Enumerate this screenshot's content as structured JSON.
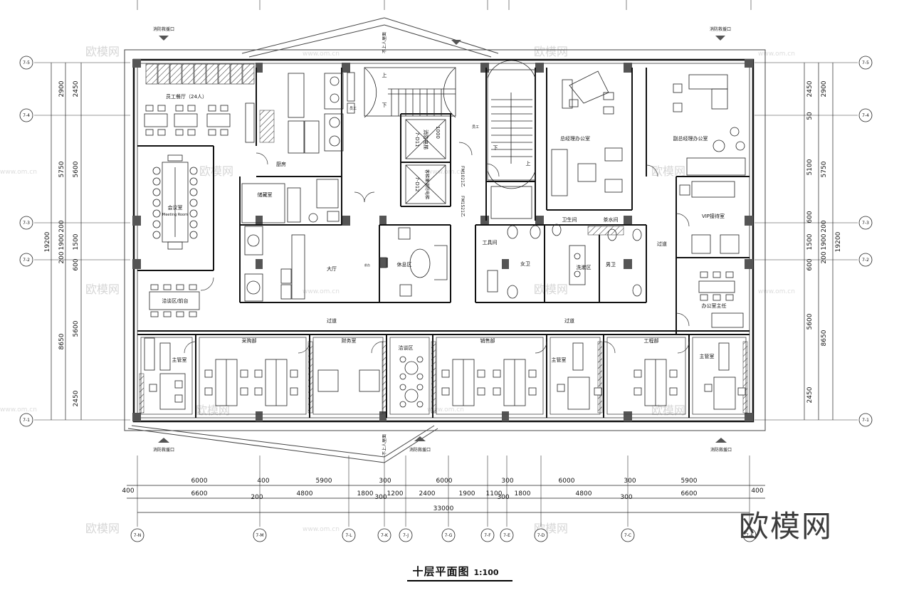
{
  "drawing": {
    "title": "十层平面图",
    "scale": "1:100",
    "watermark": "欧模网",
    "watermark_small": "欧模网",
    "watermark_url": "www.om.cn"
  },
  "axes": {
    "top_labels": [
      "7-N",
      "7-M",
      "7-L",
      "7-K",
      "7-J",
      "7-G",
      "7-F",
      "7-E",
      "7-D",
      "7-C",
      "7-A"
    ],
    "left_labels": [
      "7-5",
      "7-4",
      "7-3",
      "7-2",
      "7-1"
    ],
    "right_labels": [
      "7-5",
      "7-4",
      "7-3",
      "7-2",
      "7-1"
    ]
  },
  "dimensions": {
    "row1": [
      "6000",
      "400",
      "5900",
      "300",
      "6000",
      "300",
      "6000",
      "300",
      "5900"
    ],
    "row1_ends": [
      "400",
      "400"
    ],
    "row2": [
      "6600",
      "200",
      "4800",
      "1800",
      "300",
      "1200",
      "2400",
      "1900",
      "1100",
      "300",
      "1800",
      "4800",
      "300",
      "6600"
    ],
    "total": "33000",
    "left_inner": [
      "2450",
      "5600",
      "1500",
      "600",
      "5600",
      "2450"
    ],
    "left_mid": [
      "2900",
      "5750",
      "200",
      "1900",
      "200",
      "8650"
    ],
    "left_total": "19200",
    "right_inner": [
      "2450",
      "50",
      "5100",
      "600",
      "1500",
      "600",
      "5600",
      "2450"
    ],
    "right_mid": [
      "2900",
      "5750",
      "200",
      "1900",
      "200",
      "8650"
    ],
    "right_total": "19200"
  },
  "rooms": {
    "staff_dining": "员工餐厅（24人）",
    "kitchen": "厨房",
    "meeting": "会议室",
    "meeting_en": "Meeting Room",
    "reception": "洽谈区/前台",
    "storage": "储藏室",
    "lobby": "大厅",
    "rest": "休息区",
    "gm_office": "总经理办公室",
    "deputy_gm_office": "副总经理办公室",
    "vip": "VIP接待室",
    "office_admin": "办公室主任",
    "corridor_left": "过道",
    "corridor_right": "过道",
    "corridor_east": "过道",
    "director_1": "主管室",
    "purchasing": "采购部",
    "finance": "财务室",
    "negotiation": "洽谈区",
    "sales": "销售部",
    "director_2": "主管室",
    "engineering": "工程部",
    "director_3": "主管室",
    "men_wc": "男卫",
    "women_wc": "女卫",
    "wc_2": "卫生间",
    "tea_room": "茶水间",
    "washroom": "洗漱区",
    "staff": "员工",
    "tool_room": "工具间",
    "elevator_1": "7-D11",
    "elevator_1b": "消防电梯",
    "elevator_2": "7-D12",
    "elevator_2b": "客梯兼消防电梯",
    "fm1": "FM1021乙",
    "fm2": "FM1521乙",
    "reception_desk": "前台",
    "fire_exit": "消防救援口",
    "no_entry": "不上人屋面",
    "stair_up": "上",
    "stair_down": "下",
    "num_1000": "1000"
  }
}
